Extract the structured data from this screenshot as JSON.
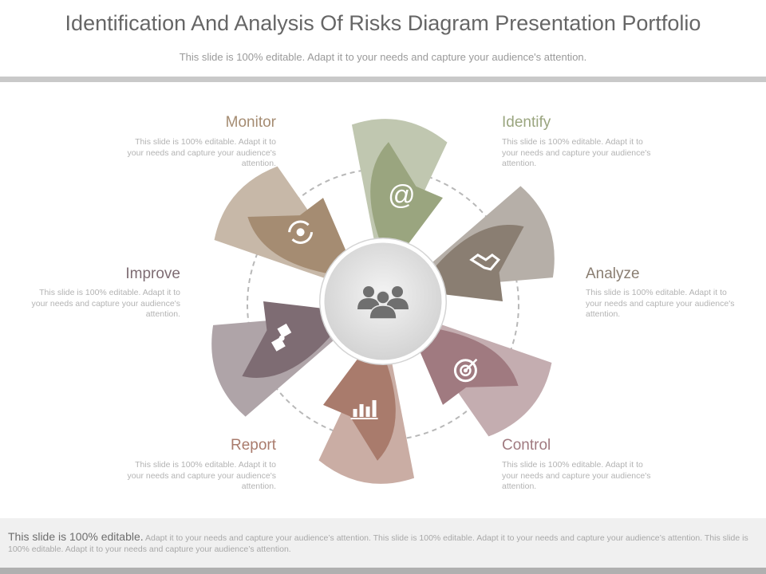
{
  "header": {
    "title": "Identification And Analysis Of Risks Diagram Presentation Portfolio",
    "subtitle": "This slide is 100% editable. Adapt it to your needs and capture your audience's attention."
  },
  "segments": [
    {
      "id": "monitor",
      "title": "Monitor",
      "desc": "This slide is 100% editable. Adapt it to your needs and capture your audience's attention.",
      "color": "#a58c72",
      "icon": "refresh-gear-icon"
    },
    {
      "id": "identify",
      "title": "Identify",
      "desc": "This slide is 100% editable. Adapt it to your needs and capture your audience's attention.",
      "color": "#9aa57f",
      "icon": "at-sign-icon"
    },
    {
      "id": "analyze",
      "title": "Analyze",
      "desc": "This slide is 100% editable. Adapt it to your needs and capture your audience's attention.",
      "color": "#8a7e72",
      "icon": "handshake-icon"
    },
    {
      "id": "improve",
      "title": "Improve",
      "desc": "This slide is 100% editable. Adapt it to your needs and capture your audience's attention.",
      "color": "#7e6c73",
      "icon": "puzzle-icon"
    },
    {
      "id": "report",
      "title": "Report",
      "desc": "This slide is 100% editable. Adapt it to your needs and capture your audience's attention.",
      "color": "#a97b6c",
      "icon": "bar-chart-icon"
    },
    {
      "id": "control",
      "title": "Control",
      "desc": "This slide is 100% editable. Adapt it to your needs and capture your audience's attention.",
      "color": "#a07a80",
      "icon": "target-icon"
    }
  ],
  "center": {
    "icon": "team-icon"
  },
  "footer": {
    "lead": "This slide is 100% editable.",
    "rest": " Adapt it to your needs and capture your audience’s attention. This slide is 100% editable. Adapt it to your needs and capture your audience’s attention. This slide is 100% editable. Adapt it to your needs and capture your audience’s attention."
  }
}
